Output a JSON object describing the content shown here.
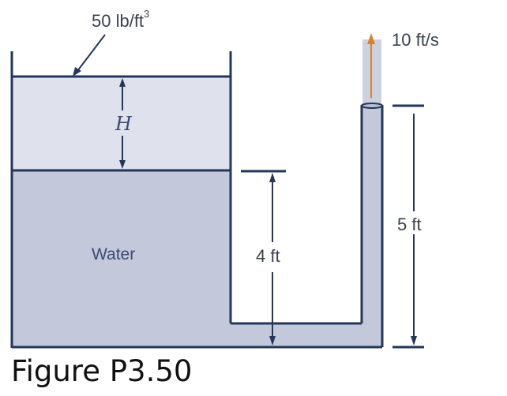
{
  "figure": {
    "caption": "Figure P3.50",
    "labels": {
      "specific_weight_value": "50 lb/ft",
      "specific_weight_exponent": "3",
      "oil_height": "H",
      "water": "Water",
      "water_height": "4 ft",
      "pipe_height": "5 ft",
      "velocity": "10 ft/s"
    },
    "colors": {
      "outline": "#23375a",
      "oil_fill": "#dfe2ec",
      "water_fill": "#c3c9db",
      "jet_fill": "#ccd1e0",
      "velocity_arrow": "#d9822b",
      "text": "#3a4150"
    }
  }
}
